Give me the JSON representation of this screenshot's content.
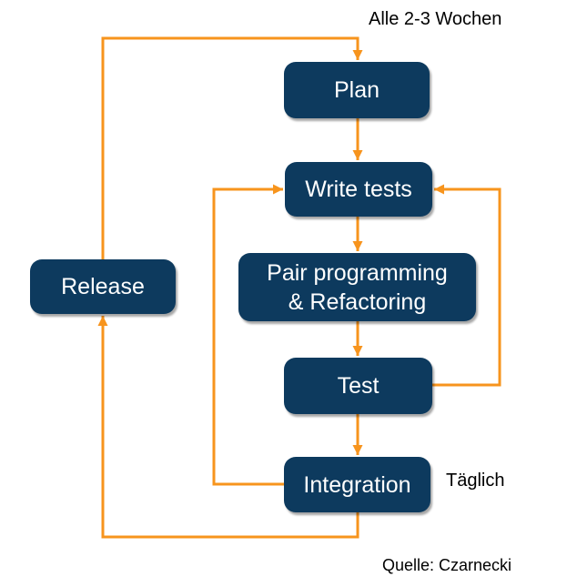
{
  "colors": {
    "node_fill": "#0d3a5e",
    "node_text": "#ffffff",
    "arrow": "#f7941d",
    "label_text": "#000000",
    "background": "#ffffff"
  },
  "nodes": {
    "plan": {
      "label": "Plan"
    },
    "write_tests": {
      "label": "Write tests"
    },
    "pair": {
      "label": "Pair programming\n& Refactoring"
    },
    "test": {
      "label": "Test"
    },
    "integration": {
      "label": "Integration"
    },
    "release": {
      "label": "Release"
    }
  },
  "annotations": {
    "cycle_label": "Alle 2-3 Wochen",
    "daily_label": "Täglich",
    "source_label": "Quelle: Czarnecki"
  }
}
